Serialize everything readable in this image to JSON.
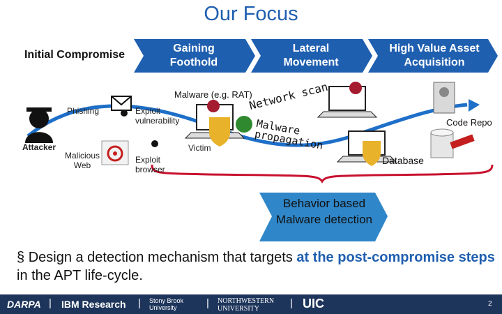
{
  "title": "Our Focus",
  "stages": [
    "Initial Compromise",
    "Gaining Foothold",
    "Lateral Movement",
    "High Value Asset Acquisition"
  ],
  "labels": {
    "malware": "Malware (e.g. RAT)",
    "network_scan": "Network scan",
    "phishing": "Phishing",
    "exploit_vuln": "Exploit vulnerability",
    "attacker": "Attacker",
    "malicious_web": "Malicious Web",
    "exploit_browser": "Exploit browser",
    "victim": "Victim",
    "malware_propagation": "Malware propagation",
    "code_repo": "Code Repo",
    "database": "Database"
  },
  "callout": "Behavior based Malware detection",
  "bullet": {
    "symbol": "§",
    "text_pre": "Design a detection mechanism that targets ",
    "highlight1": "at the post-compromise steps",
    "text_mid": " in the APT life-cycle.",
    "highlight_color": "#1f5fb0"
  },
  "footer": {
    "logos": [
      "DARPA",
      "IBM Research",
      "Stony Brook University",
      "NORTHWESTERN UNIVERSITY",
      "UIC"
    ],
    "page_number": "2"
  },
  "colors": {
    "stage_fill": "#1f5fb0",
    "footer": "#1e355b",
    "arrow": "#1e6fc8",
    "callout": "#2f86c8"
  }
}
